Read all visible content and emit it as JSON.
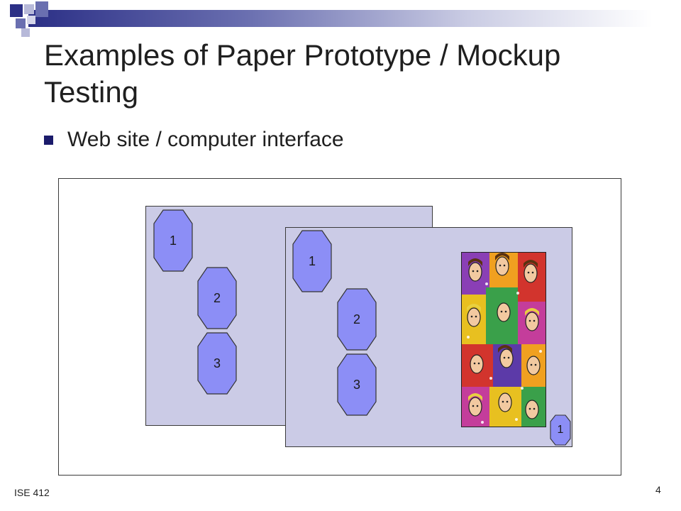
{
  "slide": {
    "title": "Examples of Paper Prototype / Mockup Testing",
    "bullet": "Web site / computer interface",
    "footer_left": "ISE 412",
    "page_number": "4"
  },
  "mockup": {
    "back_page": {
      "buttons": [
        "1",
        "2",
        "3"
      ]
    },
    "front_page": {
      "buttons": [
        "1",
        "2",
        "3"
      ],
      "corner_button": "1"
    },
    "image_icon": "crowd-illustration-icon"
  },
  "colors": {
    "title_bar_dark": "#2b2f86",
    "page_fill": "#cbcbe6",
    "button_fill": "#8c8ef6",
    "bullet": "#1b1b6b"
  }
}
